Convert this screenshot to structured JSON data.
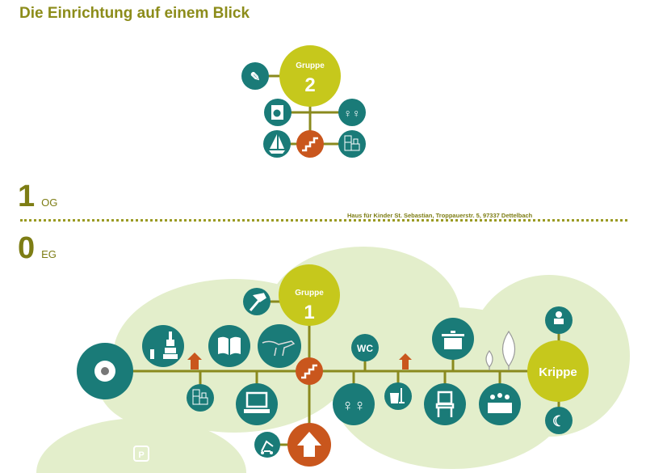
{
  "title": "Die Einrichtung auf einem Blick",
  "floors": [
    {
      "number": "1",
      "label": "OG"
    },
    {
      "number": "0",
      "label": "EG"
    }
  ],
  "address": "Haus für Kinder St. Sebastian, Troppauerstr. 5, 97337 Dettelbach",
  "upper": {
    "group_label": "Gruppe",
    "group_number": "2"
  },
  "lower": {
    "group_label": "Gruppe",
    "group_number": "1",
    "krippe_label": "Krippe",
    "wc_label": "WC",
    "parking_label": "P"
  },
  "colors": {
    "teal": "#1a7b78",
    "lime": "#c6c81c",
    "orange": "#c9561d",
    "line": "#8a8a1e",
    "blob": "#e3eecb",
    "title": "#8c8c1a"
  }
}
